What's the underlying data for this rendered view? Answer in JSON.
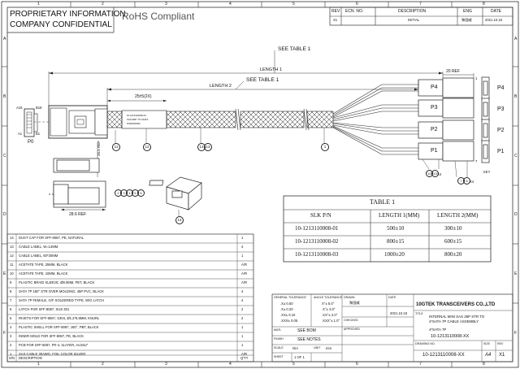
{
  "header": {
    "proprietary": "PROPRIETARY INFORMATION",
    "confidential": "COMPANY CONFIDENTIAL",
    "rohs": "RoHS Compliant"
  },
  "revision_block": {
    "headers": [
      "REV",
      "ECN. NO.",
      "DESCRIPTION",
      "ENG",
      "DATE"
    ],
    "row": [
      "X1",
      "",
      "INITIAL",
      "黎国威",
      "2021.10.18"
    ]
  },
  "border": {
    "columns": [
      "1",
      "2",
      "3",
      "4",
      "5",
      "6",
      "7",
      "8"
    ],
    "rows": [
      "A",
      "B",
      "C",
      "D",
      "E",
      "F"
    ]
  },
  "drawing": {
    "see_table_1a": "SEE TABLE 1",
    "length1": "LENGTH 1",
    "see_table_1b": "SEE TABLE 1",
    "length2": "LENGTH 2",
    "dim_25": "25±5(2X)",
    "ref_20": "20 REF",
    "dim_265": "26.5 REF",
    "dim_286": "28.6 REF",
    "p0": "P0",
    "a18": "A18",
    "b18": "B18",
    "a1": "A1",
    "b1": "B1",
    "ports": [
      "P4",
      "P3",
      "P2",
      "P1"
    ],
    "key": "KEY",
    "pin1": "1",
    "pin7": "7",
    "x4a": "X4",
    "x4b": "X4",
    "label_text": [
      "10-1213110008-XX",
      "SAS 8087 TO 4SATA",
      "PO#0000000"
    ],
    "balloons_main": [
      "11",
      "12",
      "13",
      "13",
      "1"
    ],
    "balloons_right": [
      "10",
      "13",
      "7",
      "8"
    ],
    "balloons_side": [
      "2",
      "3",
      "4",
      "5",
      "6"
    ],
    "balloon_14": "14"
  },
  "table1": {
    "title": "TABLE 1",
    "headers": [
      "SLK P/N",
      "LENGTH 1(MM)",
      "LENGTH 2(MM)"
    ],
    "rows": [
      [
        "10-1213110008-01",
        "500±10",
        "300±10"
      ],
      [
        "10-1213110008-02",
        "800±15",
        "600±15"
      ],
      [
        "10-1213110008-03",
        "1000±20",
        "800±20"
      ]
    ]
  },
  "bom": {
    "footer": [
      "S/N",
      "DESCRIPTION",
      "Q'TY"
    ],
    "rows": [
      [
        "14",
        "DUST CAP FOR SFF-8087, PE, NATURAL",
        "1"
      ],
      [
        "13",
        "CABLE LABEL, W=14MM",
        "4"
      ],
      [
        "12",
        "CABLE LABEL, 60*30MM",
        "1"
      ],
      [
        "11",
        "ACETATE TAPE, 25MM, BLACK",
        "A/R"
      ],
      [
        "10",
        "ACETATE TAPE, 10MM, BLACK",
        "A/R"
      ],
      [
        "9",
        "PLASTIC BRAID SLEEVE, Ø8.0MM, PET, BLACK",
        "A/R"
      ],
      [
        "8",
        "SATA 7P 180° STR OVER MOLDING, 45P PVC, BLACK",
        "4"
      ],
      [
        "7",
        "SATA 7P FEMALE, G/F SOLDERED TYPE, W/O LATCH",
        "4"
      ],
      [
        "6",
        "LATCH FOR SFF-8087, SUS 301",
        "2"
      ],
      [
        "5",
        "RIVETS FOR SFF-8087, S304, Ø1.2*6.8MM, KNURL",
        "2"
      ],
      [
        "4",
        "PLASTIC SHELL FOR SFF-8087, 180°, PBT, BLACK",
        "1"
      ],
      [
        "3",
        "INNER MOLD FOR SFF-8087, PE, BLACK",
        "1"
      ],
      [
        "2",
        "PCB FOR SFF-8087, FR-4, 4LAYER, AU15U\"",
        "1"
      ],
      [
        "1",
        "SAS CABLE 30AWG, FOIL COLOR SILVER",
        "A/R"
      ]
    ]
  },
  "title_block": {
    "gen_tol": "GENERAL TOLERANCE",
    "ang_tol": "ANGLE TOLERANCE",
    "tol_rows": [
      [
        ".X± 0.50",
        "X°± 5.0°"
      ],
      [
        ".X± 0.20",
        ".X°± 3.0°"
      ],
      [
        ".XX± 0.10",
        ".XX°± 2.0°"
      ],
      [
        ".XXX± 0.05",
        ".XXX°± 1.0°"
      ]
    ],
    "drawn": "DRAWN",
    "drawn_by": "黎国威",
    "date_label": "DATE",
    "date": "2021.10.18",
    "checked": "CHECKED",
    "approved": "APPROVED",
    "matl": "MATL",
    "matl_val": "SEE BOM",
    "finish": "FINISH",
    "finish_val": "SEE NOTES",
    "scale": "SCALE",
    "scale_val": "N/A",
    "unit": "UNIT",
    "unit_val": "mm",
    "sheet": "SHEET",
    "sheet_of": "1 OF 1",
    "company": "10GTEK TRANSCEIVERS CO.,LTD",
    "title_label": "TITLE",
    "title": [
      "INTERNAL MINI SAS 36P STR TO",
      "4*SATA 7P CABLE ASSEMBLY",
      "4*SATA 7P"
    ],
    "title_pn": "10-1213110008-XX",
    "drawing_no_label": "DRAWING NO.",
    "drawing_no": "10-1213110008-XX",
    "size_label": "SIZE",
    "size": "A4",
    "rev_label": "REV",
    "rev": "X1"
  }
}
